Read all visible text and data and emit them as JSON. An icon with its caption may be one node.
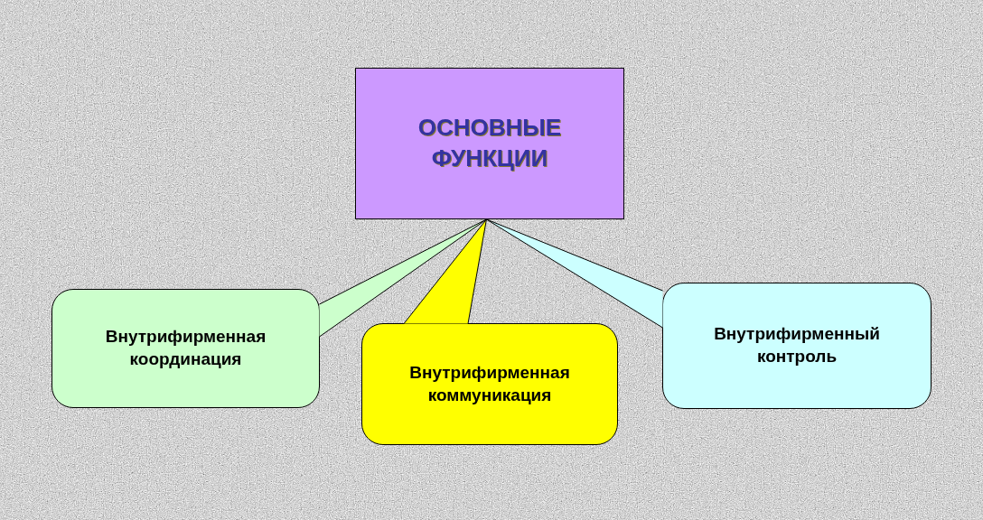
{
  "diagram": {
    "nodes": [
      {
        "text": [
          "ОСНОВНЫЕ ФУНКЦИИ"
        ]
      },
      {
        "text": [
          "Внутрифирменная координация"
        ]
      },
      {
        "text": [
          "Внутрифирменная коммуникация"
        ]
      },
      {
        "text": [
          "Внутрифирменный контроль"
        ]
      }
    ],
    "edges": [
      {
        "from": 1,
        "to": 0,
        "arrow": "none"
      },
      {
        "from": 2,
        "to": 0,
        "arrow": "none"
      },
      {
        "from": 3,
        "to": 0,
        "arrow": "none"
      }
    ]
  }
}
